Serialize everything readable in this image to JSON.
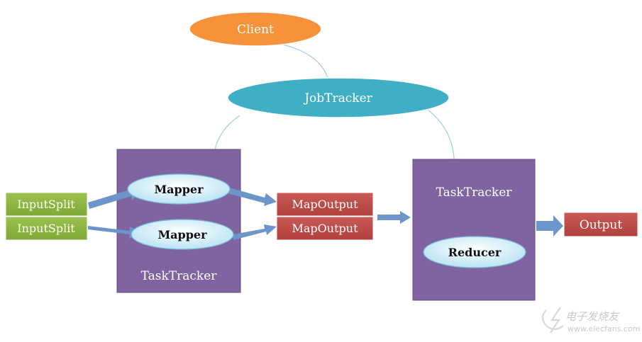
{
  "diagram": {
    "client": "Client",
    "jobtracker": "JobTracker",
    "left_tasktracker": "TaskTracker",
    "right_tasktracker": "TaskTracker",
    "mapper_1": "Mapper",
    "mapper_2": "Mapper",
    "inputsplit_1": "InputSplit",
    "inputsplit_2": "InputSplit",
    "mapoutput_1": "MapOutput",
    "mapoutput_2": "MapOutput",
    "reducer": "Reducer",
    "output": "Output"
  },
  "watermark": {
    "brand": "电子发烧友",
    "url": "www.elecfans.com"
  },
  "colors": {
    "client_fill": "#f7923a",
    "jobtracker_fill": "#3fafc6",
    "tasktracker_fill": "#8064a2",
    "inputsplit_fill": "#8db43e",
    "mapoutput_fill": "#c0504d",
    "arrow_fill": "#6c95c9",
    "connector_stroke": "#9fd3e0"
  }
}
